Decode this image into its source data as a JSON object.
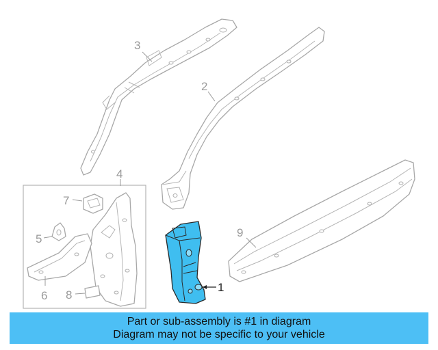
{
  "diagram": {
    "callouts": {
      "c1": "1",
      "c2": "2",
      "c3": "3",
      "c4": "4",
      "c5": "5",
      "c6": "6",
      "c7": "7",
      "c8": "8",
      "c9": "9"
    },
    "highlighted_part": "1",
    "highlight_color": "#3fbef0"
  },
  "banner": {
    "line1": "Part or sub-assembly is #1 in diagram",
    "line2": "Diagram may not be specific to your vehicle",
    "background": "#4dbff5"
  }
}
